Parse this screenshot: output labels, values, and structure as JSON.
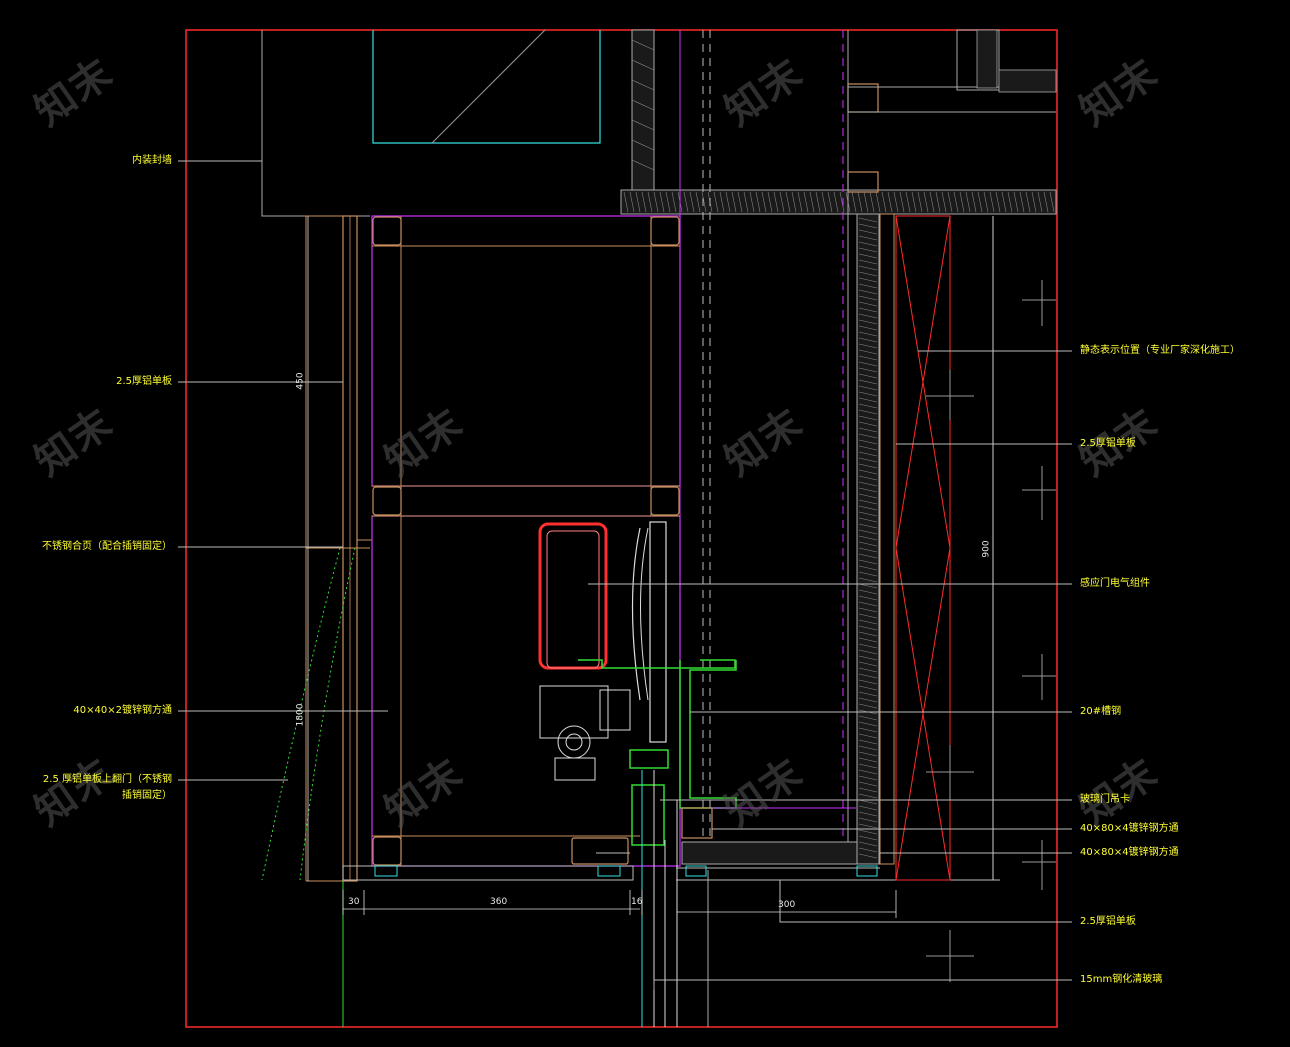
{
  "labels_left": {
    "interior_wall": "内装封墙",
    "alu_panel_left": "2.5厚铝单板",
    "stainless_hinge": "不锈钢合页（配合插销固定）",
    "steel_tube_left": "40×40×2镀锌钢方通",
    "alu_door": "2.5 厚铝单板上翻门（不锈钢",
    "alu_door_2": "插销固定）"
  },
  "labels_right": {
    "sign_position": "静态表示位置（专业厂家深化施工）",
    "alu_panel_right": "2.5厚铝单板",
    "sensor_door": "感应门电气组件",
    "channel_steel": "20#槽钢",
    "glass_clip": "玻璃门吊卡",
    "steel_tube_1": "40×80×4镀锌钢方通",
    "steel_tube_2": "40×80×4镀锌钢方通",
    "alu_panel_bottom": "2.5厚铝单板",
    "glass": "15mm钢化清玻璃"
  },
  "dimensions": {
    "d450": "450",
    "d1800": "1800",
    "d900": "900",
    "d30": "30",
    "d360": "360",
    "d16": "16",
    "d300": "300"
  },
  "watermark": "知末",
  "colors": {
    "frame": "#ff2a2a",
    "label": "#ffff33",
    "magenta": "#cc33ff",
    "cyan": "#33e0e0",
    "brown": "#c89060",
    "green": "#33dd33",
    "leader": "#bbbbbb"
  }
}
